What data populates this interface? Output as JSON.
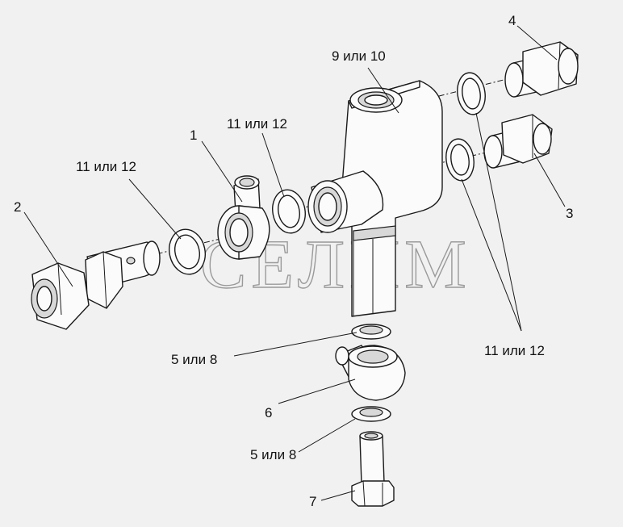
{
  "watermark": "СЕЛИМ",
  "labels": {
    "p1": "1",
    "p2": "2",
    "p3": "3",
    "p4": "4",
    "p6": "6",
    "p7": "7",
    "p9_10": "9 или 10",
    "p11_12_a": "11 или 12",
    "p11_12_b": "11 или 12",
    "p11_12_c": "11 или 12",
    "p5_8_a": "5 или 8",
    "p5_8_b": "5 или 8"
  }
}
